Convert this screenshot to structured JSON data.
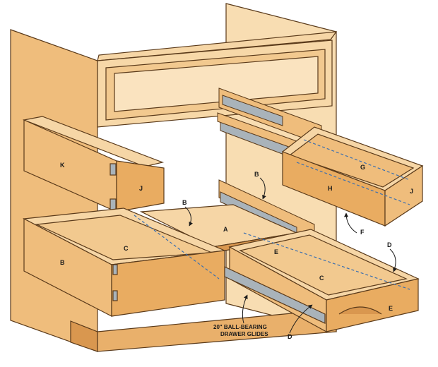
{
  "colors": {
    "wood_light": "#f6d6a6",
    "wood_mid": "#efbd7c",
    "wood_dark": "#d9974f",
    "outline": "#5a3a1a",
    "metal": "#a9b3ba",
    "dash": "#3a6fb0"
  },
  "labels": {
    "K": "K",
    "J_left": "J",
    "J_right": "J",
    "G": "G",
    "H": "H",
    "F": "F",
    "B_top": "B",
    "B_mid": "B",
    "B_side": "B",
    "A": "A",
    "C_left": "C",
    "C_right": "C",
    "E_top": "E",
    "E_front": "E",
    "D_top": "D",
    "D_bottom": "D"
  },
  "callout": {
    "line1": "20\" BALL-BEARING",
    "line2": "DRAWER GLIDES"
  }
}
